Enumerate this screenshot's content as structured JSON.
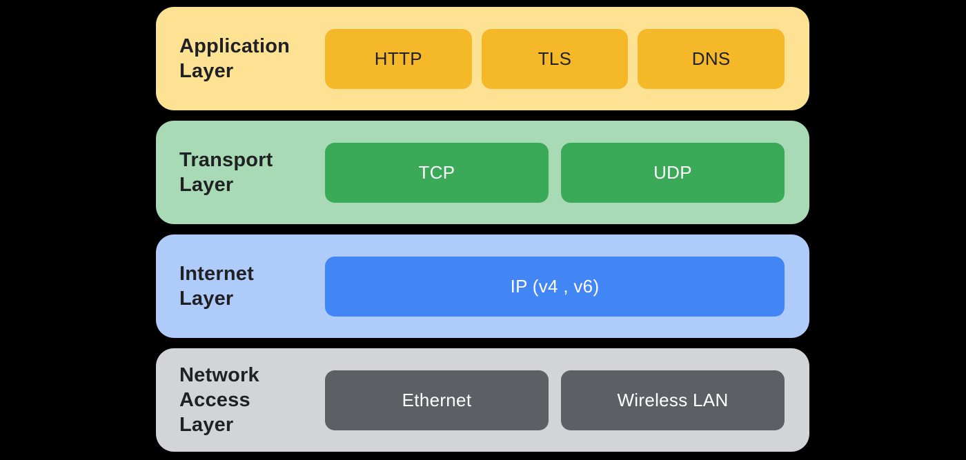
{
  "palette": {
    "page_background": "#000000",
    "application_layer_bg": "#FDE293",
    "application_box_bg": "#F5B829",
    "transport_layer_bg": "#A8DAB5",
    "transport_box_bg": "#3AAA58",
    "internet_layer_bg": "#AECBFA",
    "internet_box_bg": "#4285F4",
    "network_layer_bg": "#D2D4D6",
    "network_box_bg": "#5C5F63",
    "dark_text": "#202124",
    "light_text": "#FFFFFF"
  },
  "layers": [
    {
      "id": "application",
      "label": "Application\nLayer",
      "boxes": [
        {
          "label": "HTTP"
        },
        {
          "label": "TLS"
        },
        {
          "label": "DNS"
        }
      ]
    },
    {
      "id": "transport",
      "label": "Transport\nLayer",
      "boxes": [
        {
          "label": "TCP"
        },
        {
          "label": "UDP"
        }
      ]
    },
    {
      "id": "internet",
      "label": "Internet\nLayer",
      "boxes": [
        {
          "label": "IP (v4 , v6)"
        }
      ]
    },
    {
      "id": "network-access",
      "label": "Network\nAccess\nLayer",
      "boxes": [
        {
          "label": "Ethernet"
        },
        {
          "label": "Wireless LAN"
        }
      ]
    }
  ]
}
